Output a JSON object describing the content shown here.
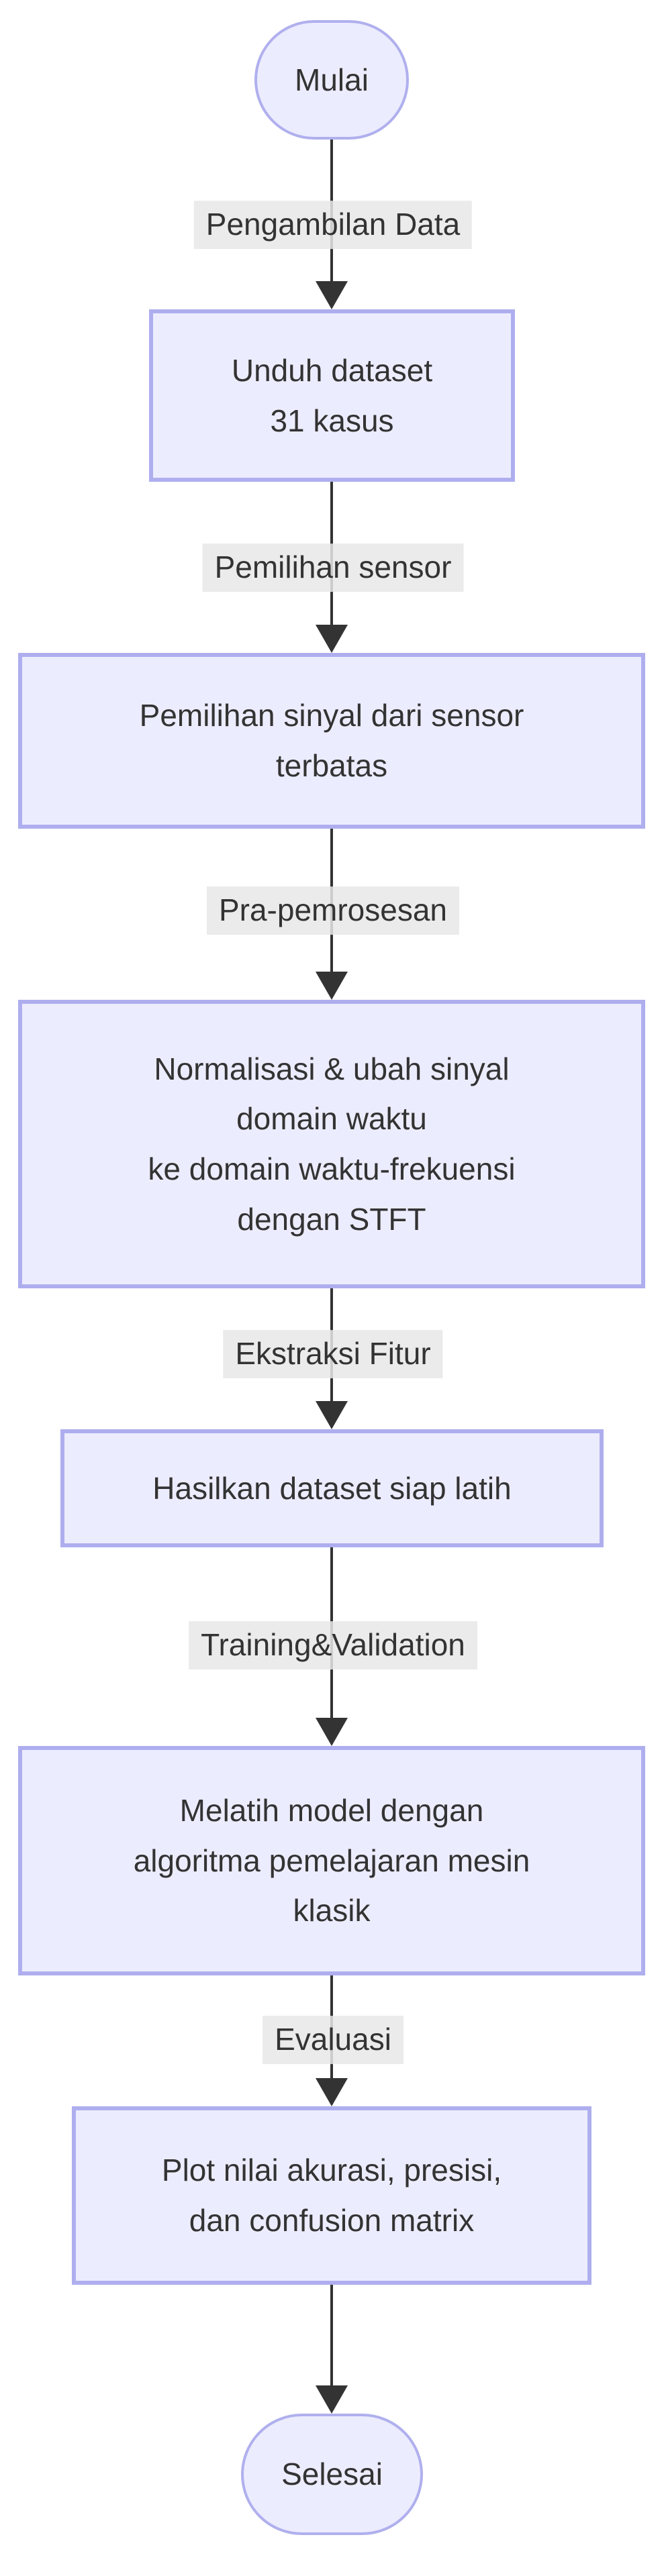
{
  "diagram": {
    "type": "flowchart",
    "direction": "top-down",
    "colors": {
      "background": "#FFFFFF",
      "node_fill": "#ECECFF",
      "node_border": "#AEAEEF",
      "text": "#333333",
      "edge": "#333333",
      "edge_label_bg": "#E8E8E8"
    }
  },
  "nodes": [
    {
      "id": "start",
      "shape": "stadium",
      "label": "Mulai"
    },
    {
      "id": "download",
      "shape": "rect",
      "lines": [
        "Unduh dataset",
        "31 kasus"
      ]
    },
    {
      "id": "sensor",
      "shape": "rect",
      "lines": [
        "Pemilihan sinyal dari sensor",
        "terbatas"
      ]
    },
    {
      "id": "preprocess",
      "shape": "rect",
      "lines": [
        "Normalisasi & ubah sinyal",
        "domain waktu",
        "ke domain waktu-frekuensi",
        "dengan STFT"
      ]
    },
    {
      "id": "dataset",
      "shape": "rect",
      "lines": [
        "Hasilkan dataset siap latih"
      ]
    },
    {
      "id": "train",
      "shape": "rect",
      "lines": [
        "Melatih model dengan",
        "algoritma pemelajaran mesin",
        "klasik"
      ]
    },
    {
      "id": "plot",
      "shape": "rect",
      "lines": [
        "Plot nilai akurasi, presisi,",
        "dan confusion matrix"
      ]
    },
    {
      "id": "end",
      "shape": "stadium",
      "label": "Selesai"
    }
  ],
  "edges": [
    {
      "from": "start",
      "to": "download",
      "label": "Pengambilan Data"
    },
    {
      "from": "download",
      "to": "sensor",
      "label": "Pemilihan sensor"
    },
    {
      "from": "sensor",
      "to": "preprocess",
      "label": "Pra-pemrosesan"
    },
    {
      "from": "preprocess",
      "to": "dataset",
      "label": "Ekstraksi Fitur"
    },
    {
      "from": "dataset",
      "to": "train",
      "label": "Training&Validation"
    },
    {
      "from": "train",
      "to": "plot",
      "label": "Evaluasi"
    },
    {
      "from": "plot",
      "to": "end",
      "label": ""
    }
  ]
}
